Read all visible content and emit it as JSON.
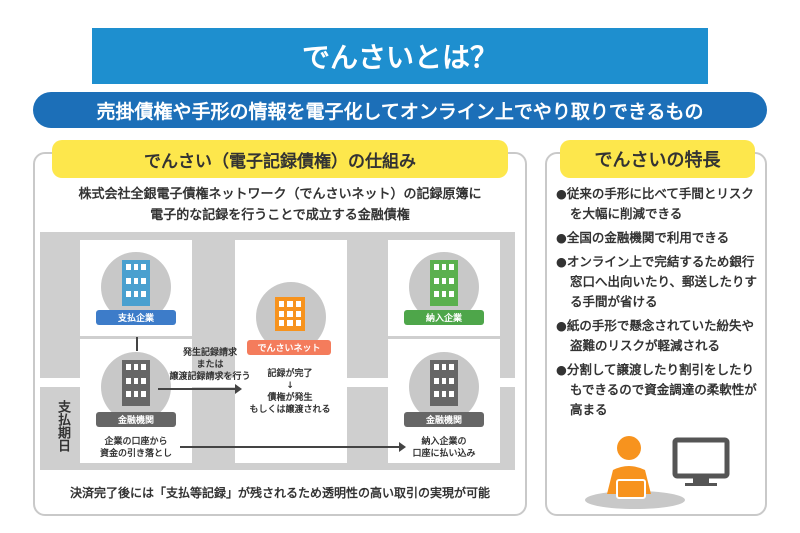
{
  "title": "でんさいとは？",
  "subtitle": "売掛債権や手形の情報を電子化してオンライン上でやり取りできるもの",
  "left": {
    "tab": "でんさい（電子記録債権）の仕組み",
    "lead": [
      "株式会社全銀電子債権ネットワーク（でんさいネット）の記録原簿に",
      "電子的な記録を行うことで成立する金融債権"
    ],
    "payer": "支払企業",
    "payer_bank": "金融機関",
    "densai": "でんさいネット",
    "supplier": "納入企業",
    "supplier_bank": "金融機関",
    "request": [
      "発生記録請求",
      "または",
      "譲渡記録請求を行う"
    ],
    "record_done": "記録が完了",
    "arrow_down": "↓",
    "claim": [
      "債権が発生",
      "もしくは譲渡される"
    ],
    "debit": [
      "企業の口座から",
      "資金の引き落とし"
    ],
    "credit": [
      "納入企業の",
      "口座に払い込み"
    ],
    "due_date": "支払期日",
    "footer": "決済完了後には「支払等記録」が残されるため透明性の高い取引の実現が可能",
    "colors": {
      "payer": "#3d7cc9",
      "densai": "#f47c5c",
      "supplier": "#4ea64a",
      "bank": "#666666",
      "payer_building": "#4aa0cf",
      "densai_building": "#f7931e",
      "supplier_building": "#5bb04e"
    }
  },
  "right": {
    "tab": "でんさいの特長",
    "features": [
      "●従来の手形に比べて手間とリスクを大幅に削減できる",
      "●全国の金融機関で利用できる",
      "●オンライン上で完結するため銀行窓口へ出向いたり、郵送したりする手間が省ける",
      "●紙の手形で懸念されていた紛失や盗難のリスクが軽減される",
      "●分割して譲渡したり割引をしたりもできるので資金調達の柔軟性が高まる"
    ]
  }
}
